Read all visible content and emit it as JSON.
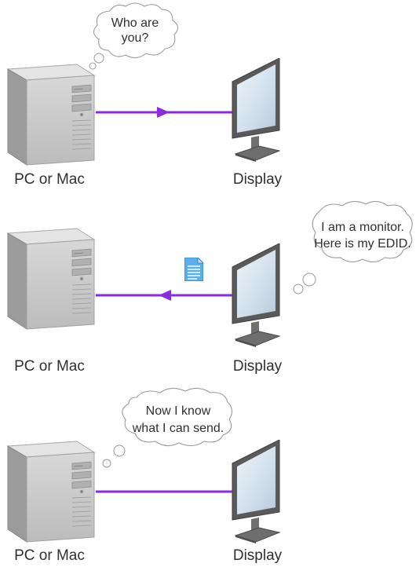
{
  "steps": [
    {
      "id": "step1",
      "pc_label": "PC or Mac",
      "display_label": "Display",
      "bubble_lines": [
        "Who are",
        "you?"
      ],
      "arrow_direction": "right",
      "bubble_owner": "pc",
      "document_icon": false
    },
    {
      "id": "step2",
      "pc_label": "PC or Mac",
      "display_label": "Display",
      "bubble_lines": [
        "I am a monitor.",
        "Here is my EDID."
      ],
      "arrow_direction": "left",
      "bubble_owner": "display",
      "document_icon": true
    },
    {
      "id": "step3",
      "pc_label": "PC or Mac",
      "display_label": "Display",
      "bubble_lines": [
        "Now I know",
        "what I can send."
      ],
      "arrow_direction": "none",
      "bubble_owner": "pc",
      "document_icon": false
    }
  ],
  "colors": {
    "connector": "#8a2be2",
    "tower_front": "#c9c9c9",
    "tower_side": "#9a9a9a",
    "tower_top": "#e2e2e2",
    "monitor_frame": "#5c5c5c",
    "screen": "#d6e3ee",
    "label_text": "#2f2f2f",
    "bubble_stroke": "#9a9a9a",
    "document_fill": "#5ab0ec"
  }
}
